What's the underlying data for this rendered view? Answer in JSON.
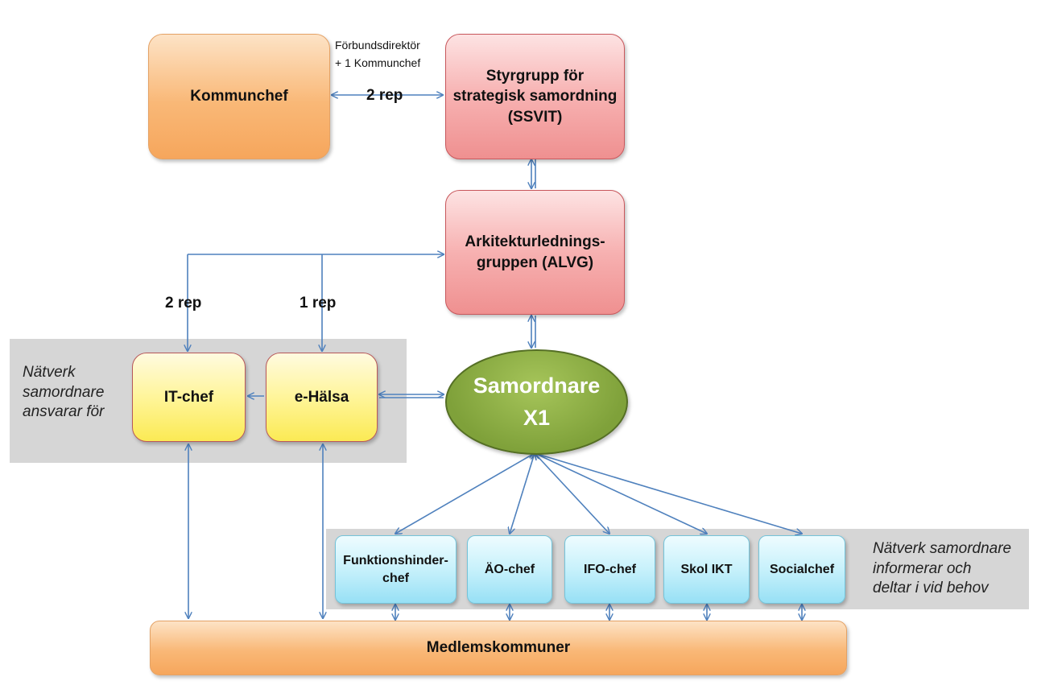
{
  "nodes": {
    "kommunchef": "Kommunchef",
    "styrgrupp": [
      "Styrgrupp för",
      "strategisk samordning",
      "(SSVIT)"
    ],
    "alvg": [
      "Arkitekturlednings-",
      "gruppen (ALVG)"
    ],
    "it_chef": "IT-chef",
    "e_halsa": "e-Hälsa",
    "samordnare": [
      "Samordnare",
      "X1"
    ],
    "funktionshinder": [
      "Funktionshinder-",
      "chef"
    ],
    "ao_chef": "ÄO-chef",
    "ifo_chef": "IFO-chef",
    "skol_ikt": "Skol IKT",
    "socialchef": "Socialchef",
    "medlemskommuner": "Medlemskommuner"
  },
  "labels": {
    "forbundsdirektor": [
      "Förbundsdirektör",
      "+ 1 Kommunchef"
    ],
    "rep_top": "2 rep",
    "rep_it": "2 rep",
    "rep_ehalsa": "1 rep"
  },
  "notes": {
    "left": [
      "Nätverk",
      "samordnare",
      "ansvarar för"
    ],
    "right": [
      "Nätverk samordnare",
      "informerar och",
      "deltar i vid behov"
    ]
  },
  "colors": {
    "connector": "#4f81bd",
    "orange": "#f9b877",
    "pink": "#f7b1b1",
    "yellow": "#fff59a",
    "cyan": "#c7f1fb",
    "green": "#7fa13a",
    "panel": "#d6d6d6"
  }
}
